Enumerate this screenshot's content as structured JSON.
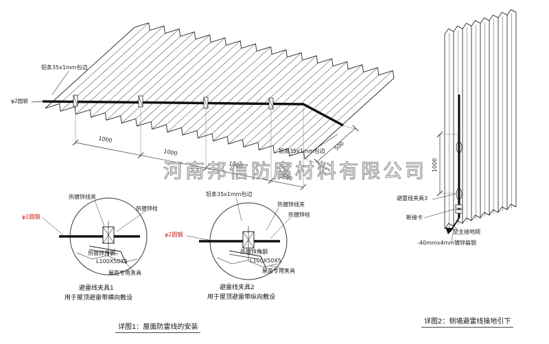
{
  "watermark": "河南邦信防腐材料有限公司",
  "detail1": {
    "caption": "详图1：屋面防雷线的安装",
    "roof_labels": {
      "alu_edge_top": "铝条35x1mm包边",
      "alu_edge_right": "铝条35x1mm包边",
      "round_steel": "φ2圆钢"
    },
    "dims": [
      "1000",
      "1000",
      "1000",
      "500",
      "500"
    ],
    "clamp1": {
      "title": "避雷线夹具1",
      "subtitle": "用于屋顶避雷带横向敷设",
      "wire_clip": "热镀锌线夹",
      "bolt": "热镀锌栓",
      "round_steel": "φ2圆钢",
      "angle_steel": "热镀锌角钢",
      "angle_spec": "L100X50X5",
      "roof_fixture": "屋面专用夹具"
    },
    "clamp2": {
      "title": "避雷线夹具2",
      "subtitle": "用于屋顶避雷带纵向敷设",
      "alu_edge": "铝条35x1mm包边",
      "wire_clip": "热镀锌线夹",
      "bolt": "热镀锌栓",
      "round_steel": "φ2圆钢",
      "angle_steel": "热镀锌角钢",
      "angle_spec": "L100X50X5",
      "roof_fixture": "屋面专用夹具"
    }
  },
  "detail2": {
    "caption": "详图2：侧墙避雷线接地引下",
    "dim": "1000",
    "clamp3": "避雷线夹具3",
    "disconnect": "断接卡",
    "to_main_ground": "至主接地网",
    "flat_steel": "-40mmx4mm镀锌扁钢"
  }
}
